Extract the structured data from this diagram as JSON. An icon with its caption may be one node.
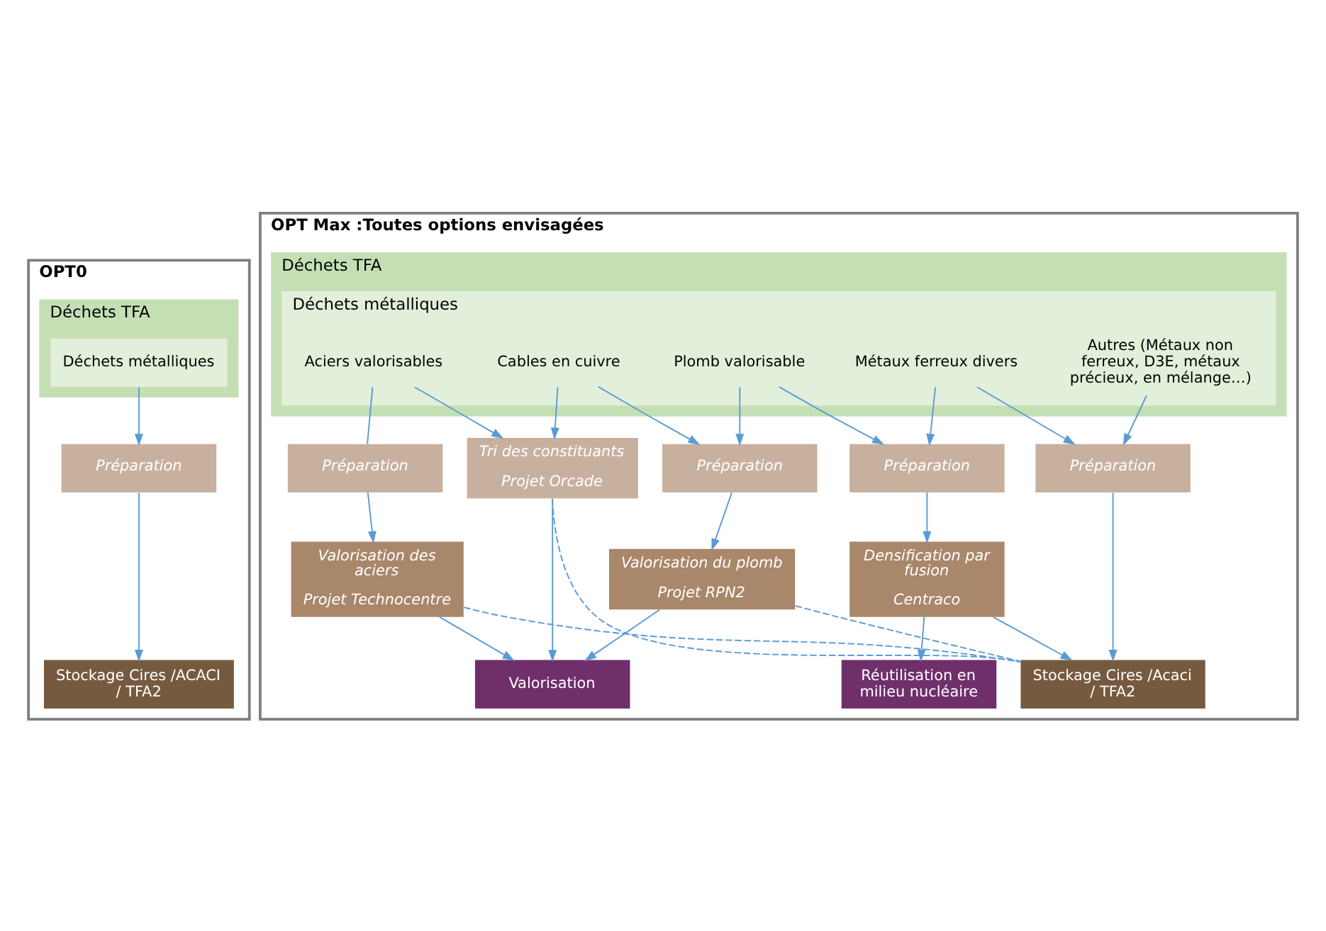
{
  "diagram": {
    "nodes": [
      {
        "text": [
          "OPT0"
        ]
      },
      {
        "text": [
          "Déchets TFA"
        ],
        "in": 0
      },
      {
        "text": [
          "Déchets métalliques"
        ],
        "in": 1
      },
      {
        "text": [
          "Préparation"
        ],
        "in": 0
      },
      {
        "text": [
          "Stockage Cires /ACACI / TFA2"
        ],
        "in": 0
      },
      {
        "text": [
          "OPT Max :Toutes options envisagées"
        ]
      },
      {
        "text": [
          "Déchets TFA"
        ],
        "in": 5
      },
      {
        "text": [
          "Déchets métalliques"
        ],
        "in": 6
      },
      {
        "text": [
          "Aciers valorisables"
        ],
        "in": 7
      },
      {
        "text": [
          "Cables en cuivre"
        ],
        "in": 7
      },
      {
        "text": [
          "Plomb valorisable"
        ],
        "in": 7
      },
      {
        "text": [
          "Métaux ferreux divers"
        ],
        "in": 7
      },
      {
        "text": [
          "Autres (Métaux non ferreux, D3E, métaux précieux, en mélange…)"
        ],
        "in": 7
      },
      {
        "text": [
          "Préparation"
        ],
        "in": 5
      },
      {
        "text": [
          "Tri des constituants",
          "Projet Orcade"
        ],
        "in": 5
      },
      {
        "text": [
          "Préparation"
        ],
        "in": 5
      },
      {
        "text": [
          "Préparation"
        ],
        "in": 5
      },
      {
        "text": [
          "Préparation"
        ],
        "in": 5
      },
      {
        "text": [
          "Valorisation des aciers",
          "Projet Technocentre"
        ],
        "in": 5
      },
      {
        "text": [
          "Valorisation du plomb",
          "Projet RPN2"
        ],
        "in": 5
      },
      {
        "text": [
          "Densification par fusion",
          "Centraco"
        ],
        "in": 5
      },
      {
        "text": [
          "Stockage Cires /Acaci / TFA2"
        ],
        "in": 5
      },
      {
        "text": [
          "Valorisation"
        ],
        "in": 5
      },
      {
        "text": [
          "Réutilisation en milieu nucléaire"
        ],
        "in": 5
      }
    ],
    "edges": [
      {
        "from": 2,
        "to": 3,
        "arrow": "to"
      },
      {
        "from": 3,
        "to": 4,
        "arrow": "to"
      },
      {
        "from": 8,
        "to": 13,
        "arrow": "none"
      },
      {
        "from": 8,
        "to": 14,
        "arrow": "to"
      },
      {
        "from": 9,
        "to": 14,
        "arrow": "to"
      },
      {
        "from": 9,
        "to": 15,
        "arrow": "to"
      },
      {
        "from": 10,
        "to": 15,
        "arrow": "to"
      },
      {
        "from": 10,
        "to": 16,
        "arrow": "to"
      },
      {
        "from": 11,
        "to": 16,
        "arrow": "to"
      },
      {
        "from": 11,
        "to": 17,
        "arrow": "to"
      },
      {
        "from": 12,
        "to": 17,
        "arrow": "to"
      },
      {
        "from": 13,
        "to": 18,
        "arrow": "to"
      },
      {
        "from": 15,
        "to": 19,
        "arrow": "to"
      },
      {
        "from": 16,
        "to": 20,
        "arrow": "to"
      },
      {
        "from": 17,
        "to": 21,
        "arrow": "to"
      },
      {
        "from": 18,
        "to": 22,
        "arrow": "to"
      },
      {
        "from": 14,
        "to": 22,
        "arrow": "to"
      },
      {
        "from": 19,
        "to": 22,
        "arrow": "to"
      },
      {
        "from": 20,
        "to": 23,
        "arrow": "to"
      },
      {
        "from": 20,
        "to": 21,
        "arrow": "to"
      },
      {
        "from": 18,
        "to": 21,
        "arrow": "none",
        "style": "dashed"
      },
      {
        "from": 14,
        "to": 21,
        "arrow": "none",
        "style": "dashed"
      },
      {
        "from": 19,
        "to": 21,
        "arrow": "none",
        "style": "dashed"
      }
    ]
  }
}
